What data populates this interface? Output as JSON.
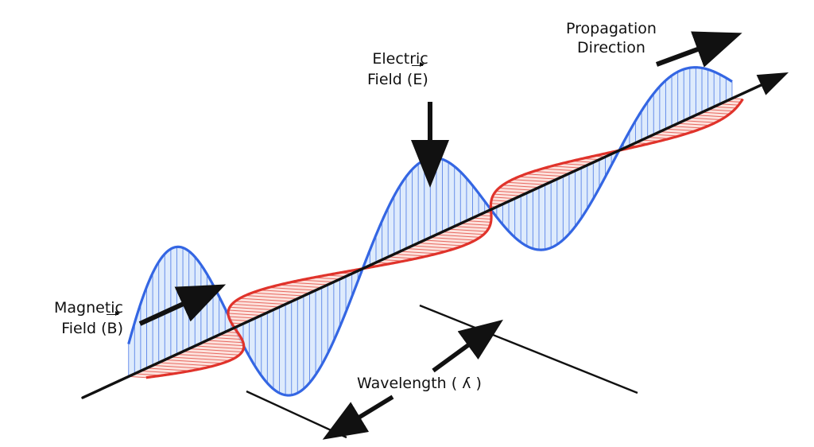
{
  "labels": {
    "electric": {
      "line1": "Electric",
      "line2_prefix": "Field (",
      "symbol": "E",
      "line2_suffix": ")"
    },
    "magnetic": {
      "line1": "Magnetic",
      "line2_prefix": "Field (",
      "symbol": "B",
      "line2_suffix": ")"
    },
    "propagation": {
      "line1": "Propagation",
      "line2": "Direction"
    },
    "wavelength": {
      "text": "Wavelength ( ʎ )"
    }
  },
  "colors": {
    "electric_stroke": "#3466e3",
    "electric_fill": "#d8e8fb",
    "magnetic_stroke": "#e0332b",
    "magnetic_fill": "#fbdcd6",
    "axis": "#111111",
    "text": "#111111"
  }
}
